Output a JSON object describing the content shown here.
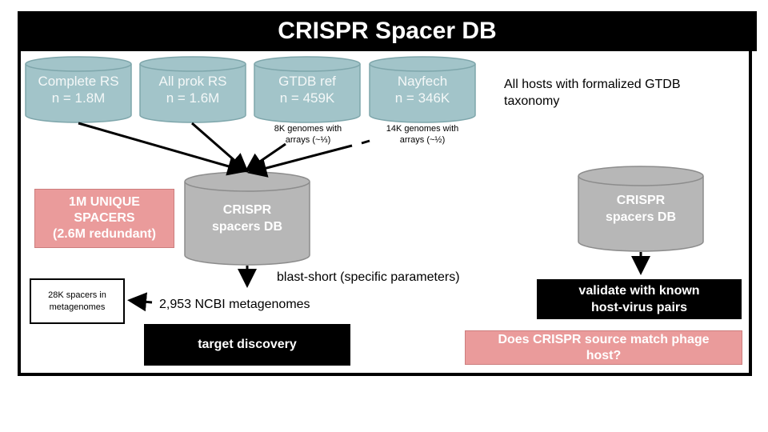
{
  "title": "CRISPR Spacer DB",
  "sources": [
    {
      "name": "Complete RS",
      "count": "n = 1.8M"
    },
    {
      "name": "All prok RS",
      "count": "n = 1.6M"
    },
    {
      "name": "GTDB ref",
      "count": "n = 459K"
    },
    {
      "name": "Nayfech",
      "count": "n = 346K"
    }
  ],
  "notes": {
    "gtdb_line1": "8K genomes with",
    "gtdb_line2": "arrays (~⅓)",
    "nayfech_line1": "14K genomes with",
    "nayfech_line2": "arrays (~½)"
  },
  "taxonomy_note": {
    "line1": "All hosts with formalized GTDB",
    "line2": "taxonomy"
  },
  "unique_spacers": {
    "line1": "1M UNIQUE",
    "line2": "SPACERS",
    "line3": "(2.6M redundant)"
  },
  "db_left": {
    "line1": "CRISPR",
    "line2": "spacers DB"
  },
  "db_right": {
    "line1": "CRISPR",
    "line2": "spacers DB"
  },
  "blast_label": "blast-short (specific parameters)",
  "metagenomes_label": "2,953 NCBI metagenomes",
  "spacers_found": {
    "line1": "28K spacers in",
    "line2": "metagenomes"
  },
  "target_discovery": "target discovery",
  "validate": {
    "line1": "validate with known",
    "line2": "host-virus pairs"
  },
  "question": {
    "line1": "Does CRISPR source match phage",
    "line2": "host?"
  },
  "colors": {
    "source_fill": "#a2c4c9",
    "source_stroke": "#7ea6ab",
    "db_fill": "#b7b7b7",
    "db_stroke": "#8c8c8c",
    "pink": "#ea9b9b"
  }
}
